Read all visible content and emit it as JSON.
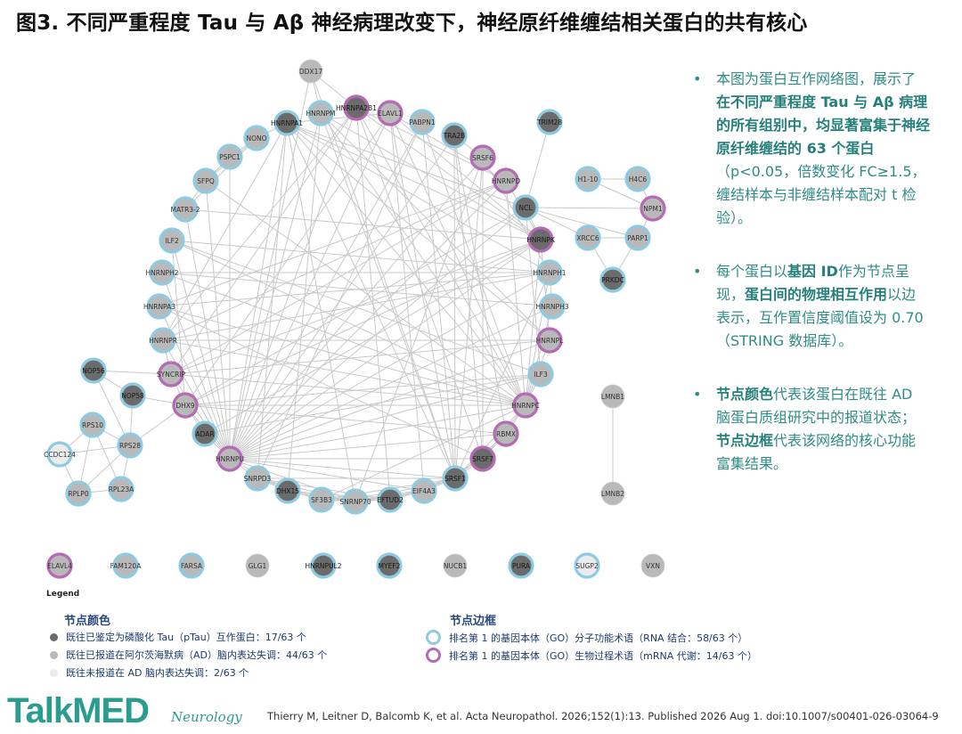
{
  "title": "图3. 不同严重程度 Tau 与 Aβ 神经病理改变下，神经原纤维缠结相关蛋白的共有核心",
  "bullets": [
    {
      "parts": [
        {
          "t": "本图为蛋白互作网络图，展示了",
          "b": false
        },
        {
          "t": "在不同严重程度 Tau 与 Aβ 病理的所有组别中，均显著富集于神经原纤维缠结的 63 个蛋白",
          "b": true
        },
        {
          "t": "（p<0.05，倍数变化 FC≥1.5，缠结样本与非缠结样本配对 t 检验）。",
          "b": false
        }
      ]
    },
    {
      "parts": [
        {
          "t": "每个蛋白以",
          "b": false
        },
        {
          "t": "基因 ID",
          "b": true
        },
        {
          "t": "作为节点呈现，",
          "b": false
        },
        {
          "t": "蛋白间的物理相互作用",
          "b": true
        },
        {
          "t": "以边表示，互作置信度阈值设为 0.70（STRING 数据库）。",
          "b": false
        }
      ]
    },
    {
      "parts": [
        {
          "t": "节点颜色",
          "b": true
        },
        {
          "t": "代表该蛋白在既往 AD 脑蛋白质组研究中的报道状态；",
          "b": false
        },
        {
          "t": "节点边框",
          "b": true
        },
        {
          "t": "代表该网络的核心功能富集结果。",
          "b": false
        }
      ]
    }
  ],
  "legend": {
    "label": "Legend",
    "color_title": "节点颜色",
    "color_items": [
      {
        "label": "既往已鉴定为磷酸化 Tau（pTau）互作蛋白：17/63 个",
        "color": "#6b6b6b"
      },
      {
        "label": "既往已报道在阿尔茨海默病（AD）脑内表达失调：44/63 个",
        "color": "#b9b9b9"
      },
      {
        "label": "既往未报道在 AD 脑内表达失调：2/63 个",
        "color": "#ececec"
      }
    ],
    "border_title": "节点边框",
    "border_items": [
      {
        "label": "排名第 1 的基因本体（GO）分子功能术语（RNA 结合：58/63 个）",
        "color": "#8fcbe0"
      },
      {
        "label": "排名第 1 的基因本体（GO）生物过程术语（mRNA 代谢：14/63 个）",
        "color": "#b46bb4"
      }
    ]
  },
  "colors": {
    "ptau": "#6b6b6b",
    "ad": "#b9b9b9",
    "none": "#ececec",
    "rna": "#8fcbe0",
    "mrna": "#b46bb4",
    "accent": "#2a9d8f"
  },
  "footer": {
    "logo": "TalkMED",
    "journal": "Neurology",
    "citation": "Thierry M, Leitner D, Balcomb K, et al. Acta Neuropathol. 2026;152(1):13. Published 2026 Aug 1. doi:10.1007/s00401-026-03064-9"
  },
  "network": {
    "nodes": [
      {
        "id": "DDX17",
        "c": "ad",
        "b": "none"
      },
      {
        "id": "HNRNPA1",
        "c": "ptau",
        "b": "rna"
      },
      {
        "id": "HNRNPM",
        "c": "ad",
        "b": "rna"
      },
      {
        "id": "HNRNPA2B1",
        "c": "ptau",
        "b": "mrna"
      },
      {
        "id": "ELAVL1",
        "c": "ad",
        "b": "mrna"
      },
      {
        "id": "PABPN1",
        "c": "ad",
        "b": "rna"
      },
      {
        "id": "TRA2B",
        "c": "ptau",
        "b": "rna"
      },
      {
        "id": "NONO",
        "c": "ad",
        "b": "rna"
      },
      {
        "id": "PSPC1",
        "c": "ad",
        "b": "rna"
      },
      {
        "id": "SRSF6",
        "c": "ad",
        "b": "mrna"
      },
      {
        "id": "SFPQ",
        "c": "ad",
        "b": "rna"
      },
      {
        "id": "HNRNPD",
        "c": "ad",
        "b": "mrna"
      },
      {
        "id": "MATR3-2",
        "c": "ad",
        "b": "rna"
      },
      {
        "id": "NCL",
        "c": "ptau",
        "b": "rna"
      },
      {
        "id": "ILF2",
        "c": "ad",
        "b": "rna"
      },
      {
        "id": "HNRNPK",
        "c": "ptau",
        "b": "mrna"
      },
      {
        "id": "HNRNPH2",
        "c": "ad",
        "b": "rna"
      },
      {
        "id": "HNRNPH1",
        "c": "ad",
        "b": "rna"
      },
      {
        "id": "HNRNPA3",
        "c": "ad",
        "b": "rna"
      },
      {
        "id": "HNRNPH3",
        "c": "ad",
        "b": "rna"
      },
      {
        "id": "HNRNPR",
        "c": "ad",
        "b": "rna"
      },
      {
        "id": "HNRNPL",
        "c": "ad",
        "b": "mrna"
      },
      {
        "id": "SYNCRIP",
        "c": "ad",
        "b": "mrna"
      },
      {
        "id": "ILF3",
        "c": "ad",
        "b": "rna"
      },
      {
        "id": "DHX9",
        "c": "ad",
        "b": "mrna"
      },
      {
        "id": "HNRNPC",
        "c": "ad",
        "b": "mrna"
      },
      {
        "id": "ADAR",
        "c": "ptau",
        "b": "rna"
      },
      {
        "id": "RBMX",
        "c": "ad",
        "b": "mrna"
      },
      {
        "id": "HNRNPU",
        "c": "ad",
        "b": "mrna"
      },
      {
        "id": "SRSF7",
        "c": "ptau",
        "b": "mrna"
      },
      {
        "id": "SNRPD3",
        "c": "ad",
        "b": "rna"
      },
      {
        "id": "SRSF1",
        "c": "ptau",
        "b": "rna"
      },
      {
        "id": "DHX15",
        "c": "ptau",
        "b": "rna"
      },
      {
        "id": "EIF4A3",
        "c": "ad",
        "b": "rna"
      },
      {
        "id": "SF3B3",
        "c": "ad",
        "b": "rna"
      },
      {
        "id": "SNRNP70",
        "c": "ad",
        "b": "rna"
      },
      {
        "id": "EFTUD2",
        "c": "ptau",
        "b": "rna"
      },
      {
        "id": "TRIM28",
        "c": "ptau",
        "b": "rna"
      },
      {
        "id": "H1-10",
        "c": "ad",
        "b": "rna"
      },
      {
        "id": "H4C6",
        "c": "ad",
        "b": "rna"
      },
      {
        "id": "NPM1",
        "c": "ad",
        "b": "mrna"
      },
      {
        "id": "XRCC6",
        "c": "ad",
        "b": "rna"
      },
      {
        "id": "PARP1",
        "c": "ad",
        "b": "rna"
      },
      {
        "id": "PRKDC",
        "c": "ptau",
        "b": "rna"
      },
      {
        "id": "NOP56",
        "c": "ptau",
        "b": "rna"
      },
      {
        "id": "NOP58",
        "c": "ptau",
        "b": "rna"
      },
      {
        "id": "RPS10",
        "c": "ad",
        "b": "rna"
      },
      {
        "id": "RPS28",
        "c": "ad",
        "b": "rna"
      },
      {
        "id": "CCDC124",
        "c": "none",
        "b": "rna"
      },
      {
        "id": "RPLP0",
        "c": "ad",
        "b": "rna"
      },
      {
        "id": "RPL23A",
        "c": "ad",
        "b": "rna"
      },
      {
        "id": "LMNB1",
        "c": "ad",
        "b": "none"
      },
      {
        "id": "LMNB2",
        "c": "ad",
        "b": "none"
      },
      {
        "id": "ELAVL4",
        "c": "ad",
        "b": "mrna"
      },
      {
        "id": "FAM120A",
        "c": "ad",
        "b": "rna"
      },
      {
        "id": "FARSA",
        "c": "ad",
        "b": "rna"
      },
      {
        "id": "GLG1",
        "c": "ad",
        "b": "none"
      },
      {
        "id": "HNRNPUL2",
        "c": "ptau",
        "b": "rna"
      },
      {
        "id": "MYEF2",
        "c": "ptau",
        "b": "rna"
      },
      {
        "id": "NUCB1",
        "c": "ad",
        "b": "none"
      },
      {
        "id": "PURA",
        "c": "ptau",
        "b": "rna"
      },
      {
        "id": "SUGP2",
        "c": "none",
        "b": "rna"
      },
      {
        "id": "VXN",
        "c": "ad",
        "b": "none"
      }
    ],
    "edges": [
      [
        "TRIM28",
        "NCL"
      ],
      [
        "NCL",
        "NPM1"
      ],
      [
        "H1-10",
        "H4C6"
      ],
      [
        "H4C6",
        "NPM1"
      ],
      [
        "H1-10",
        "NPM1"
      ],
      [
        "XRCC6",
        "PARP1"
      ],
      [
        "XRCC6",
        "PRKDC"
      ],
      [
        "PARP1",
        "PRKDC"
      ],
      [
        "NCL",
        "XRCC6"
      ],
      [
        "NCL",
        "PARP1"
      ],
      [
        "NPM1",
        "PARP1"
      ],
      [
        "NOP56",
        "NOP58"
      ],
      [
        "NOP56",
        "RPS28"
      ],
      [
        "NOP58",
        "RPS28"
      ],
      [
        "RPS10",
        "RPS28"
      ],
      [
        "RPS10",
        "CCDC124"
      ],
      [
        "RPS10",
        "RPLP0"
      ],
      [
        "RPS10",
        "RPL23A"
      ],
      [
        "RPS28",
        "RPLP0"
      ],
      [
        "RPS28",
        "RPL23A"
      ],
      [
        "RPLP0",
        "RPL23A"
      ],
      [
        "CCDC124",
        "RPLP0"
      ],
      [
        "CCDC124",
        "RPS28"
      ],
      [
        "LMNB1",
        "LMNB2"
      ],
      [
        "DHX9",
        "RPS28"
      ],
      [
        "NOP56",
        "SYNCRIP"
      ],
      [
        "DHX9",
        "NOP58"
      ],
      [
        "DDX17",
        "HNRNPM"
      ],
      [
        "DDX17",
        "HNRNPA2B1"
      ],
      [
        "DDX17",
        "SRSF1"
      ],
      [
        "DDX17",
        "HNRNPU"
      ],
      [
        "NONO",
        "SFPQ"
      ],
      [
        "NONO",
        "PSPC1"
      ],
      [
        "PSPC1",
        "SFPQ"
      ],
      [
        "SFPQ",
        "MATR3-2"
      ],
      [
        "NONO",
        "MATR3-2"
      ],
      [
        "NONO",
        "HNRNPA1"
      ],
      [
        "ILF2",
        "ILF3"
      ],
      [
        "ILF2",
        "DHX9"
      ],
      [
        "ILF3",
        "DHX9"
      ],
      [
        "ILF2",
        "HNRNPH1"
      ],
      [
        "ILF2",
        "HNRNPU"
      ],
      [
        "ILF2",
        "HNRNPC"
      ],
      [
        "HNRNPA1",
        "HNRNPH1"
      ],
      [
        "HNRNPA1",
        "HNRNPC"
      ],
      [
        "HNRNPA1",
        "HNRNPU"
      ],
      [
        "HNRNPA1",
        "HNRNPR"
      ],
      [
        "HNRNPA1",
        "SRSF1"
      ],
      [
        "HNRNPA1",
        "HNRNPK"
      ],
      [
        "HNRNPA1",
        "ELAVL1"
      ],
      [
        "HNRNPA1",
        "SNRNP70"
      ],
      [
        "HNRNPA1",
        "HNRNPL"
      ],
      [
        "HNRNPA2B1",
        "HNRNPU"
      ],
      [
        "HNRNPA2B1",
        "HNRNPC"
      ],
      [
        "HNRNPA2B1",
        "HNRNPK"
      ],
      [
        "HNRNPA2B1",
        "HNRNPR"
      ],
      [
        "HNRNPA2B1",
        "SRSF7"
      ],
      [
        "HNRNPA2B1",
        "HNRNPD"
      ],
      [
        "HNRNPA2B1",
        "SYNCRIP"
      ],
      [
        "HNRNPA2B1",
        "EFTUD2"
      ],
      [
        "HNRNPM",
        "HNRNPU"
      ],
      [
        "HNRNPM",
        "HNRNPC"
      ],
      [
        "HNRNPM",
        "HNRNPK"
      ],
      [
        "HNRNPM",
        "SRSF1"
      ],
      [
        "HNRNPM",
        "DHX15"
      ],
      [
        "ELAVL1",
        "HNRNPU"
      ],
      [
        "ELAVL1",
        "HNRNPC"
      ],
      [
        "ELAVL1",
        "HNRNPK"
      ],
      [
        "ELAVL1",
        "EIF4A3"
      ],
      [
        "ELAVL1",
        "HNRNPD"
      ],
      [
        "ELAVL1",
        "DHX9"
      ],
      [
        "PABPN1",
        "HNRNPU"
      ],
      [
        "PABPN1",
        "SRSF1"
      ],
      [
        "PABPN1",
        "HNRNPC"
      ],
      [
        "PABPN1",
        "SNRPD3"
      ],
      [
        "TRA2B",
        "SRSF1"
      ],
      [
        "TRA2B",
        "SRSF7"
      ],
      [
        "TRA2B",
        "HNRNPU"
      ],
      [
        "TRA2B",
        "RBMX"
      ],
      [
        "TRA2B",
        "SRSF6"
      ],
      [
        "SRSF6",
        "SRSF1"
      ],
      [
        "SRSF6",
        "SRSF7"
      ],
      [
        "SRSF6",
        "HNRNPU"
      ],
      [
        "SRSF6",
        "SNRNP70"
      ],
      [
        "SRSF6",
        "HNRNPH1"
      ],
      [
        "HNRNPD",
        "HNRNPU"
      ],
      [
        "HNRNPD",
        "HNRNPC"
      ],
      [
        "HNRNPD",
        "HNRNPK"
      ],
      [
        "HNRNPD",
        "SYNCRIP"
      ],
      [
        "HNRNPD",
        "HNRNPR"
      ],
      [
        "HNRNPD",
        "HNRNPA3"
      ],
      [
        "NCL",
        "HNRNPU"
      ],
      [
        "NCL",
        "HNRNPA1"
      ],
      [
        "NCL",
        "HNRNPK"
      ],
      [
        "NCL",
        "DHX9"
      ],
      [
        "NCL",
        "ILF3"
      ],
      [
        "HNRNPK",
        "HNRNPU"
      ],
      [
        "HNRNPK",
        "HNRNPC"
      ],
      [
        "HNRNPK",
        "DHX9"
      ],
      [
        "HNRNPK",
        "HNRNPL"
      ],
      [
        "HNRNPK",
        "SYNCRIP"
      ],
      [
        "HNRNPK",
        "ADAR"
      ],
      [
        "HNRNPH2",
        "HNRNPH1"
      ],
      [
        "HNRNPH2",
        "HNRNPH3"
      ],
      [
        "HNRNPH2",
        "HNRNPU"
      ],
      [
        "HNRNPH2",
        "HNRNPC"
      ],
      [
        "HNRNPH1",
        "HNRNPU"
      ],
      [
        "HNRNPH1",
        "HNRNPC"
      ],
      [
        "HNRNPH1",
        "HNRNPR"
      ],
      [
        "HNRNPH1",
        "HNRNPH3"
      ],
      [
        "HNRNPH1",
        "SRSF1"
      ],
      [
        "HNRNPA3",
        "HNRNPU"
      ],
      [
        "HNRNPA3",
        "HNRNPC"
      ],
      [
        "HNRNPA3",
        "HNRNPH1"
      ],
      [
        "HNRNPA3",
        "SRSF7"
      ],
      [
        "HNRNPH3",
        "HNRNPU"
      ],
      [
        "HNRNPH3",
        "HNRNPC"
      ],
      [
        "HNRNPR",
        "SYNCRIP"
      ],
      [
        "HNRNPR",
        "HNRNPU"
      ],
      [
        "HNRNPR",
        "HNRNPC"
      ],
      [
        "HNRNPR",
        "HNRNPL"
      ],
      [
        "HNRNPL",
        "HNRNPU"
      ],
      [
        "HNRNPL",
        "HNRNPC"
      ],
      [
        "HNRNPL",
        "SYNCRIP"
      ],
      [
        "SYNCRIP",
        "HNRNPU"
      ],
      [
        "SYNCRIP",
        "HNRNPC"
      ],
      [
        "SYNCRIP",
        "DHX9"
      ],
      [
        "ILF3",
        "HNRNPU"
      ],
      [
        "ILF3",
        "HNRNPC"
      ],
      [
        "ILF3",
        "ADAR"
      ],
      [
        "DHX9",
        "HNRNPU"
      ],
      [
        "DHX9",
        "HNRNPC"
      ],
      [
        "DHX9",
        "ADAR"
      ],
      [
        "DHX9",
        "RBMX"
      ],
      [
        "HNRNPC",
        "HNRNPU"
      ],
      [
        "HNRNPC",
        "RBMX"
      ],
      [
        "HNRNPC",
        "SRSF1"
      ],
      [
        "HNRNPC",
        "SRSF7"
      ],
      [
        "HNRNPC",
        "SF3B3"
      ],
      [
        "ADAR",
        "HNRNPU"
      ],
      [
        "RBMX",
        "HNRNPU"
      ],
      [
        "RBMX",
        "SRSF7"
      ],
      [
        "RBMX",
        "SRSF1"
      ],
      [
        "HNRNPU",
        "SRSF1"
      ],
      [
        "HNRNPU",
        "SRSF7"
      ],
      [
        "HNRNPU",
        "SNRPD3"
      ],
      [
        "HNRNPU",
        "DHX15"
      ],
      [
        "HNRNPU",
        "SNRNP70"
      ],
      [
        "HNRNPU",
        "EIF4A3"
      ],
      [
        "SRSF7",
        "SRSF1"
      ],
      [
        "SRSF7",
        "EIF4A3"
      ],
      [
        "SNRPD3",
        "SNRNP70"
      ],
      [
        "SNRPD3",
        "SF3B3"
      ],
      [
        "SNRPD3",
        "EFTUD2"
      ],
      [
        "SNRPD3",
        "DHX15"
      ],
      [
        "SNRPD3",
        "SRSF1"
      ],
      [
        "SRSF1",
        "SNRNP70"
      ],
      [
        "SRSF1",
        "EIF4A3"
      ],
      [
        "SRSF1",
        "EFTUD2"
      ],
      [
        "SRSF1",
        "SF3B3"
      ],
      [
        "DHX15",
        "SF3B3"
      ],
      [
        "DHX15",
        "EFTUD2"
      ],
      [
        "DHX15",
        "SNRNP70"
      ],
      [
        "EIF4A3",
        "EFTUD2"
      ],
      [
        "EIF4A3",
        "SF3B3"
      ],
      [
        "EIF4A3",
        "SNRNP70"
      ],
      [
        "SF3B3",
        "SNRNP70"
      ],
      [
        "SF3B3",
        "EFTUD2"
      ],
      [
        "SNRNP70",
        "EFTUD2"
      ],
      [
        "PSPC1",
        "HNRNPU"
      ],
      [
        "SFPQ",
        "HNRNPU"
      ],
      [
        "SFPQ",
        "HNRNPC"
      ],
      [
        "MATR3-2",
        "HNRNPU"
      ],
      [
        "MATR3-2",
        "HNRNPK"
      ],
      [
        "HNRNPM",
        "HNRNPL"
      ],
      [
        "ELAVL1",
        "SRSF1"
      ],
      [
        "HNRNPA1",
        "SNRPD3"
      ]
    ]
  }
}
